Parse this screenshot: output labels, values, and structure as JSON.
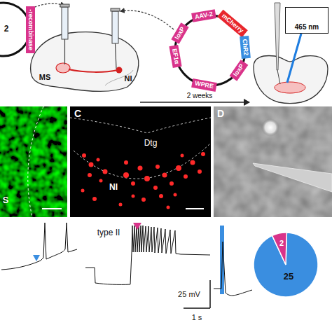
{
  "diagram": {
    "nodes": [
      {
        "text": [
          "-recombinase"
        ]
      },
      {
        "text": [
          "AAV-2"
        ]
      },
      {
        "text": [
          "loxP"
        ]
      },
      {
        "text": [
          "mCherry"
        ]
      },
      {
        "text": [
          "ChR2"
        ]
      },
      {
        "text": [
          "loxP"
        ]
      },
      {
        "text": [
          "WPRE"
        ]
      },
      {
        "text": [
          "EF1α"
        ]
      },
      {
        "text": [
          "465 nm"
        ]
      }
    ],
    "labels": [
      "2",
      "MS",
      "NI",
      "2 weeks",
      "S",
      "C",
      "Dtg",
      "NI",
      "D",
      "type II",
      "25 mV",
      "1 s",
      "2",
      "25"
    ]
  }
}
